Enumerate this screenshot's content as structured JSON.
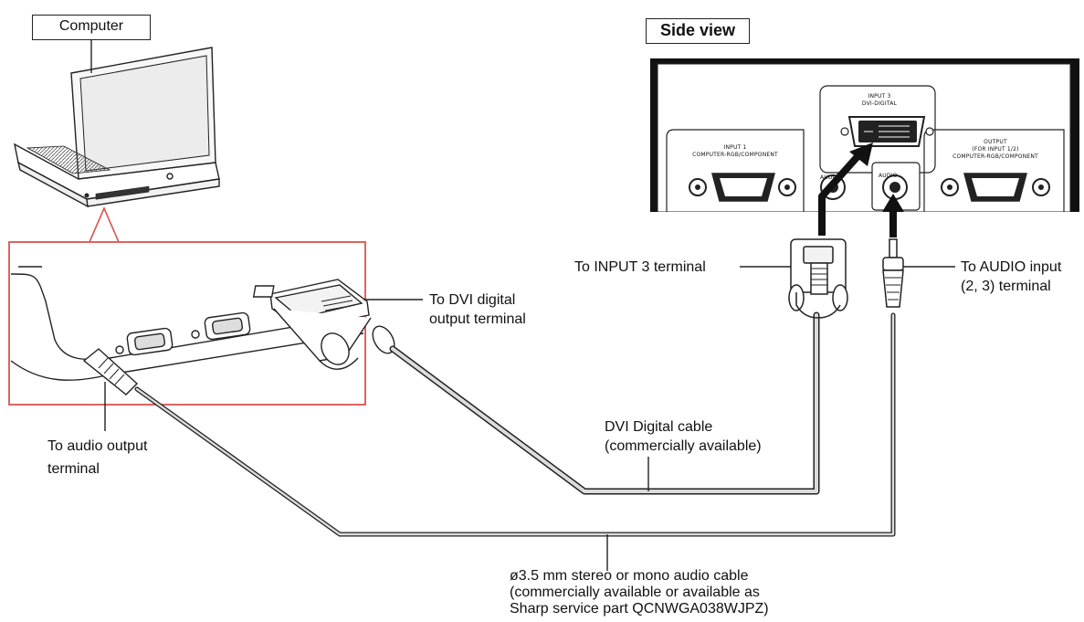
{
  "labels": {
    "computer": "Computer",
    "side_view": "Side view",
    "to_dvi_digital_output": [
      "To DVI digital",
      "output terminal"
    ],
    "to_audio_output": [
      "To audio output",
      "terminal"
    ],
    "to_input3": "To INPUT 3 terminal",
    "to_audio_input": [
      "To AUDIO input",
      "(2, 3) terminal"
    ],
    "dvi_cable": [
      "DVI Digital cable",
      "(commercially available)"
    ],
    "audio_cable": [
      "ø3.5 mm stereo or mono audio cable",
      "(commercially available or available as",
      "Sharp service part QCNWGA038WJPZ)"
    ]
  },
  "panel": {
    "input3_line1": "INPUT 3",
    "input3_line2": "DVI-DIGITAL",
    "input1_line1": "INPUT 1",
    "input1_line2": "COMPUTER-RGB/COMPONENT",
    "output_line1": "OUTPUT",
    "output_line2": "(FOR INPUT 1/2)",
    "output_line3": "COMPUTER-RGB/COMPONENT",
    "audio_left": "AUDIO",
    "audio_right": "AUDIO"
  },
  "colors": {
    "callout_frame": "#d9534f",
    "line": "#222222",
    "cable_fill": "#dcdcdc"
  }
}
